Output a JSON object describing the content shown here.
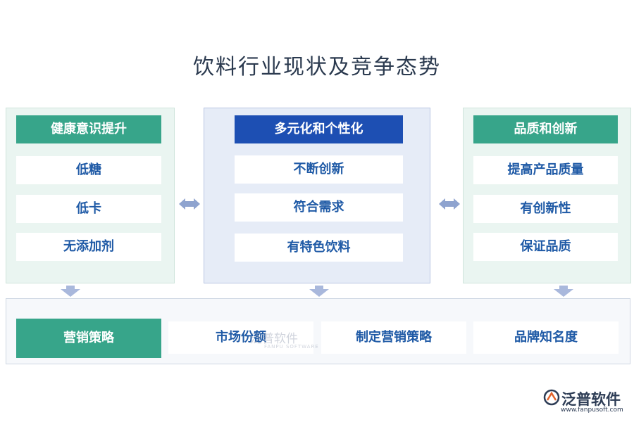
{
  "title": "饮料行业现状及竞争态势",
  "left": {
    "header": "健康意识提升",
    "items": [
      "低糖",
      "低卡",
      "无添加剂"
    ]
  },
  "center": {
    "header": "多元化和个性化",
    "items": [
      "不断创新",
      "符合需求",
      "有特色饮料"
    ]
  },
  "right": {
    "header": "品质和创新",
    "items": [
      "提高产品质量",
      "有创新性",
      "保证品质"
    ]
  },
  "bottom": {
    "header": "营销策略",
    "items": [
      "市场份额",
      "制定营销策略",
      "品牌知名度"
    ]
  },
  "watermark": {
    "text": "泛普软件",
    "sub": "FANPU SOFTWARE"
  },
  "logo": {
    "name": "泛普软件",
    "url": "www.fanpusoft.com"
  },
  "colors": {
    "green": "#37a58a",
    "blue": "#1d4fb3",
    "item_text": "#1f5aa6",
    "arrow": "#8ea3cf"
  }
}
